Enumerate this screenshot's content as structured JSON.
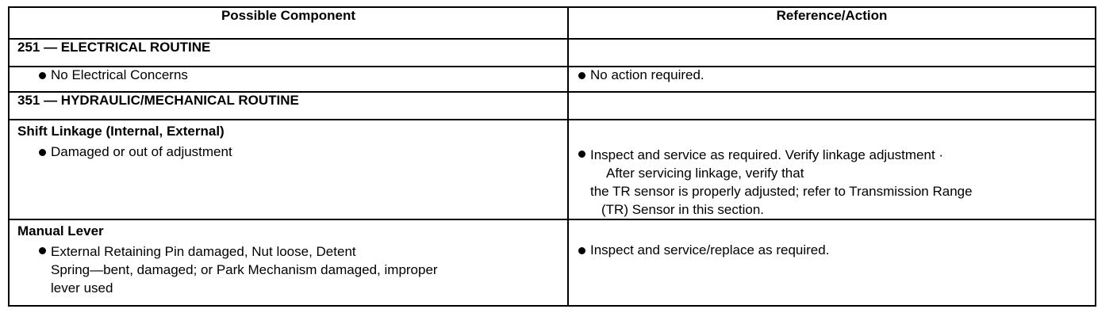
{
  "table": {
    "headers": {
      "component": "Possible Component",
      "action": "Reference/Action"
    },
    "section1": {
      "title": "251 — ELECTRICAL ROUTINE"
    },
    "row1": {
      "component": "No Electrical Concerns",
      "action": "No action required."
    },
    "section2": {
      "title": "351 — HYDRAULIC/MECHANICAL ROUTINE"
    },
    "shift": {
      "title": "Shift Linkage (Internal, External)",
      "component": "Damaged or out of adjustment",
      "action_lines": [
        "Inspect and service as required. Verify linkage adjustment  ·",
        "After servicing linkage, verify that",
        "the TR sensor is properly adjusted; refer to Transmission Range",
        "(TR) Sensor in this section."
      ]
    },
    "manual": {
      "title": "Manual Lever",
      "component_lines": [
        "External Retaining Pin damaged, Nut loose, Detent",
        "Spring—bent, damaged; or Park Mechanism damaged, improper",
        "lever used"
      ],
      "action": "Inspect and service/replace as required."
    }
  }
}
